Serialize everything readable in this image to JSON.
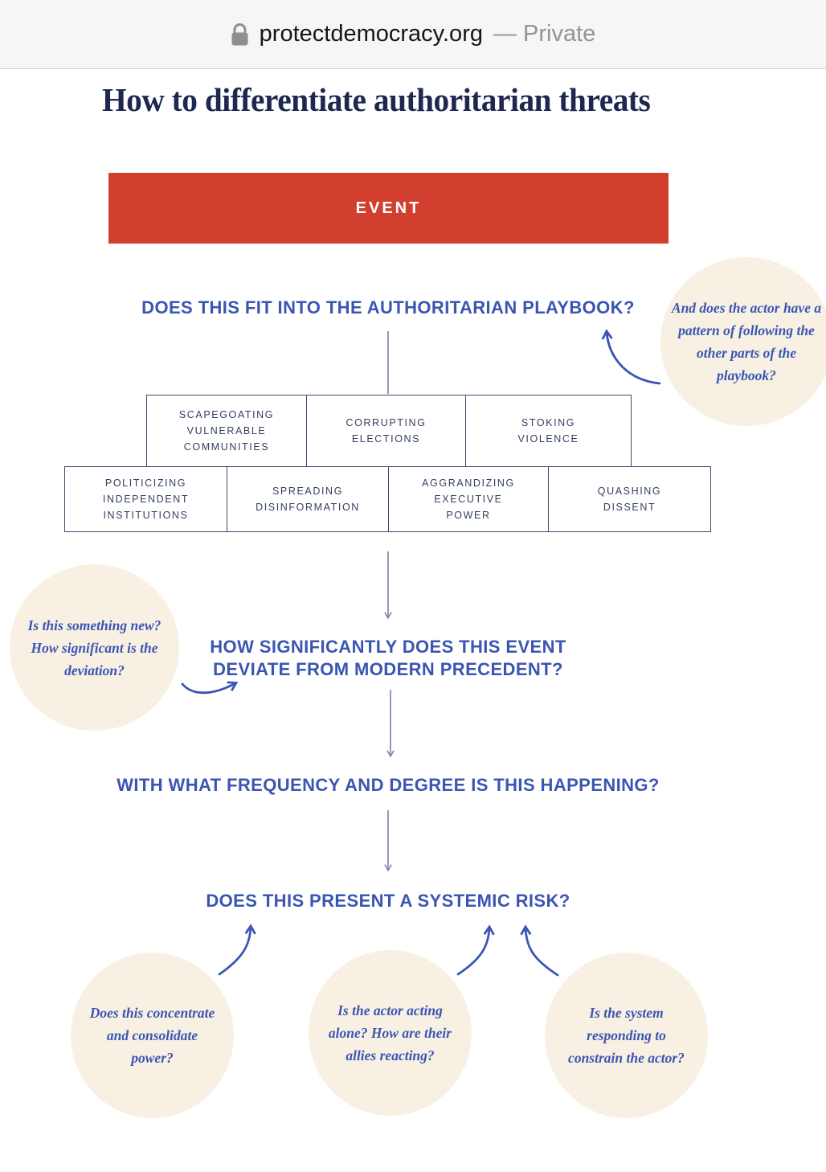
{
  "browser_bar": {
    "site": "protectdemocracy.org",
    "privacy": "— Private"
  },
  "content": {
    "title": "How to differentiate authoritarian threats",
    "event_label": "EVENT",
    "questions": {
      "playbook": "DOES THIS FIT INTO THE AUTHORITARIAN PLAYBOOK?",
      "precedent": "HOW SIGNIFICANTLY DOES THIS EVENT\nDEVIATE FROM MODERN PRECEDENT?",
      "frequency": "WITH WHAT FREQUENCY AND DEGREE IS THIS HAPPENING?",
      "systemic_risk": "DOES THIS PRESENT A SYSTEMIC RISK?"
    },
    "playbook_tactics_row1": [
      "SCAPEGOATING VULNERABLE COMMUNITIES",
      "CORRUPTING ELECTIONS",
      "STOKING VIOLENCE"
    ],
    "playbook_tactics_row2": [
      "POLITICIZING INDEPENDENT INSTITUTIONS",
      "SPREADING DISINFORMATION",
      "AGGRANDIZING EXECUTIVE POWER",
      "QUASHING DISSENT"
    ],
    "notes": {
      "playbook_note": "And does the actor have a pattern of following the other parts of the playbook?",
      "precedent_note": "Is this something new? How significant is the deviation?",
      "risk_note_1": "Does this concentrate and consolidate power?",
      "risk_note_2": "Is the actor acting alone? How are their allies reacting?",
      "risk_note_3": "Is the system responding to constrain the actor?"
    }
  },
  "icons": {
    "lock": "lock-icon"
  },
  "colors": {
    "event_red": "#d23f2e",
    "question_blue": "#3b55b3",
    "title_navy": "#1d2750",
    "note_cream": "#f8f1e3",
    "box_border_navy": "#3e4a6b",
    "connector_gray_blue": "#7b80a8",
    "browser_bar_bg": "#f6f6f6",
    "private_gray": "#939398"
  }
}
